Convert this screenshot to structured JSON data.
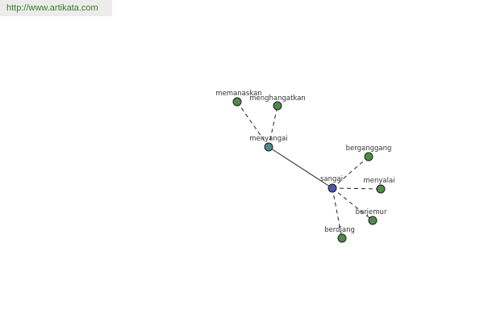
{
  "site": {
    "url": "http://www.artikata.com"
  },
  "graph": {
    "colors": {
      "root": "#4a5aa8",
      "hub": "#4f8a86",
      "leaf": "#4f8a4a"
    },
    "nodes": [
      {
        "id": "sangai",
        "label": "sangai",
        "kind": "root"
      },
      {
        "id": "menyangai",
        "label": "menyangai",
        "kind": "hub"
      },
      {
        "id": "memanaskan",
        "label": "memanaskan",
        "kind": "leaf"
      },
      {
        "id": "menghangatkan",
        "label": "menghangatkan",
        "kind": "leaf"
      },
      {
        "id": "berganggang",
        "label": "berganggang",
        "kind": "leaf"
      },
      {
        "id": "menyalai",
        "label": "menyalai",
        "kind": "leaf"
      },
      {
        "id": "berjemur",
        "label": "berjemur",
        "kind": "leaf"
      },
      {
        "id": "berdiang",
        "label": "berdiang",
        "kind": "leaf"
      }
    ],
    "edges": [
      {
        "from": "sangai",
        "to": "menyangai",
        "style": "solid"
      },
      {
        "from": "menyangai",
        "to": "memanaskan",
        "style": "dashed"
      },
      {
        "from": "menyangai",
        "to": "menghangatkan",
        "style": "dashed"
      },
      {
        "from": "sangai",
        "to": "berganggang",
        "style": "dashed"
      },
      {
        "from": "sangai",
        "to": "menyalai",
        "style": "dashed"
      },
      {
        "from": "sangai",
        "to": "berjemur",
        "style": "dashed"
      },
      {
        "from": "sangai",
        "to": "berdiang",
        "style": "dashed"
      }
    ]
  }
}
